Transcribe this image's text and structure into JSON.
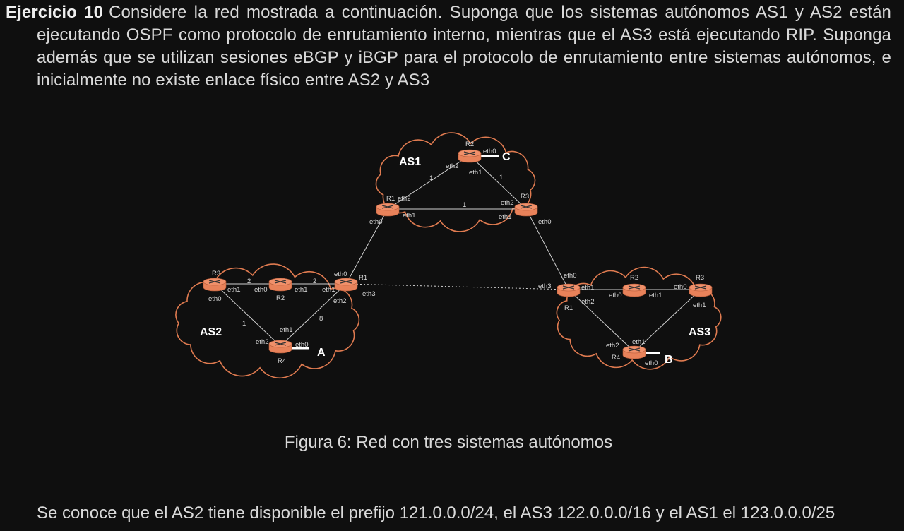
{
  "exercise": {
    "title": "Ejercicio 10",
    "text": "Considere la red mostrada a continuación. Suponga que los sistemas autónomos AS1 y AS2 están ejecutando OSPF como protocolo de enrutamiento interno, mientras que el AS3 está ejecutando RIP. Suponga además que se utilizan sesiones eBGP y iBGP para el protocolo de enrutamiento entre sistemas autónomos, e inicialmente no existe enlace físico entre AS2 y AS3"
  },
  "diagram": {
    "colors": {
      "router": "#e8825a",
      "cloud": "#e07b50",
      "link": "#d0d0d0"
    },
    "labels": [
      "AS1",
      "R2",
      "eth0",
      "C",
      "eth2",
      "eth1",
      "1",
      "1",
      "R1",
      "eth2",
      "R3",
      "eth2",
      "1",
      "eth1",
      "eth1",
      "eth0",
      "eth0",
      "R3",
      "2",
      "2",
      "eth0",
      "R1",
      "eth1",
      "eth0",
      "eth1",
      "eth1",
      "eth3",
      "eth0",
      "R2",
      "eth2",
      "8",
      "1",
      "AS2",
      "eth1",
      "eth2",
      "eth0",
      "A",
      "R4",
      "eth0",
      "R2",
      "R3",
      "eth3",
      "eth1",
      "eth0",
      "eth0",
      "eth1",
      "eth2",
      "eth1",
      "R1",
      "AS3",
      "eth1",
      "eth2",
      "R4",
      "eth0",
      "B"
    ]
  },
  "caption": "Figura 6: Red con tres sistemas autónomos",
  "footer_text": "Se conoce que el AS2 tiene disponible el prefijo 121.0.0.0/24, el AS3 122.0.0.0/16 y el AS1 el 123.0.0.0/25"
}
